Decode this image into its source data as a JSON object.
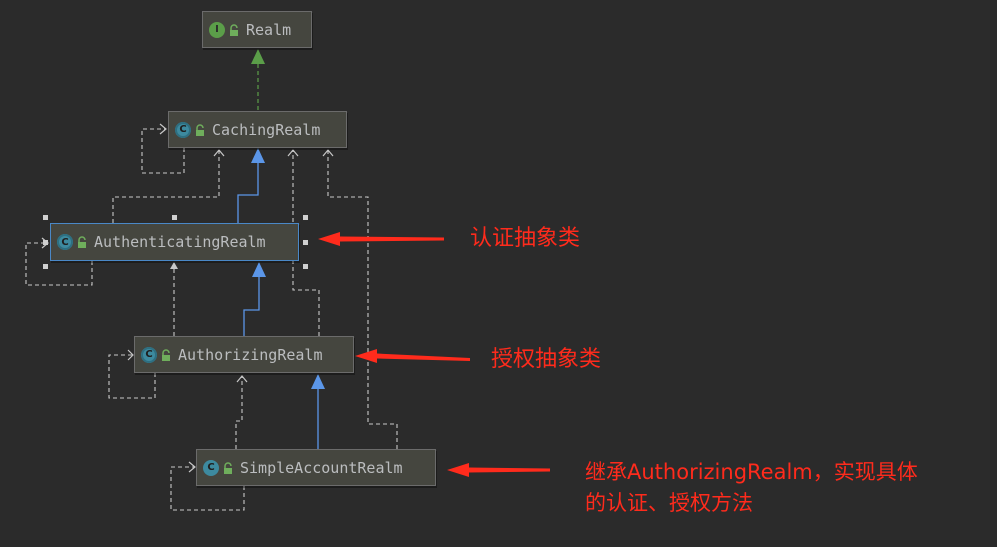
{
  "nodes": {
    "realm": {
      "label": "Realm",
      "icon": "interface-icon",
      "icon_letter": "I"
    },
    "caching": {
      "label": "CachingRealm",
      "icon": "abstract-class-icon",
      "icon_letter": "C"
    },
    "authenticating": {
      "label": "AuthenticatingRealm",
      "icon": "abstract-class-icon",
      "icon_letter": "C"
    },
    "authorizing": {
      "label": "AuthorizingRealm",
      "icon": "abstract-class-icon",
      "icon_letter": "C"
    },
    "simple": {
      "label": "SimpleAccountRealm",
      "icon": "class-icon",
      "icon_letter": "C"
    }
  },
  "annotations": {
    "authentication": "认证抽象类",
    "authorization": "授权抽象类",
    "simple_line1": "继承AuthorizingRealm，实现具体",
    "simple_line2": "的认证、授权方法"
  },
  "colors": {
    "background": "#2b2b2b",
    "extends_arrow": "#5b96e8",
    "implements_arrow": "#5b9e49",
    "dependency_arrow": "#c8c8c8",
    "annotation": "#ff2b1c"
  }
}
